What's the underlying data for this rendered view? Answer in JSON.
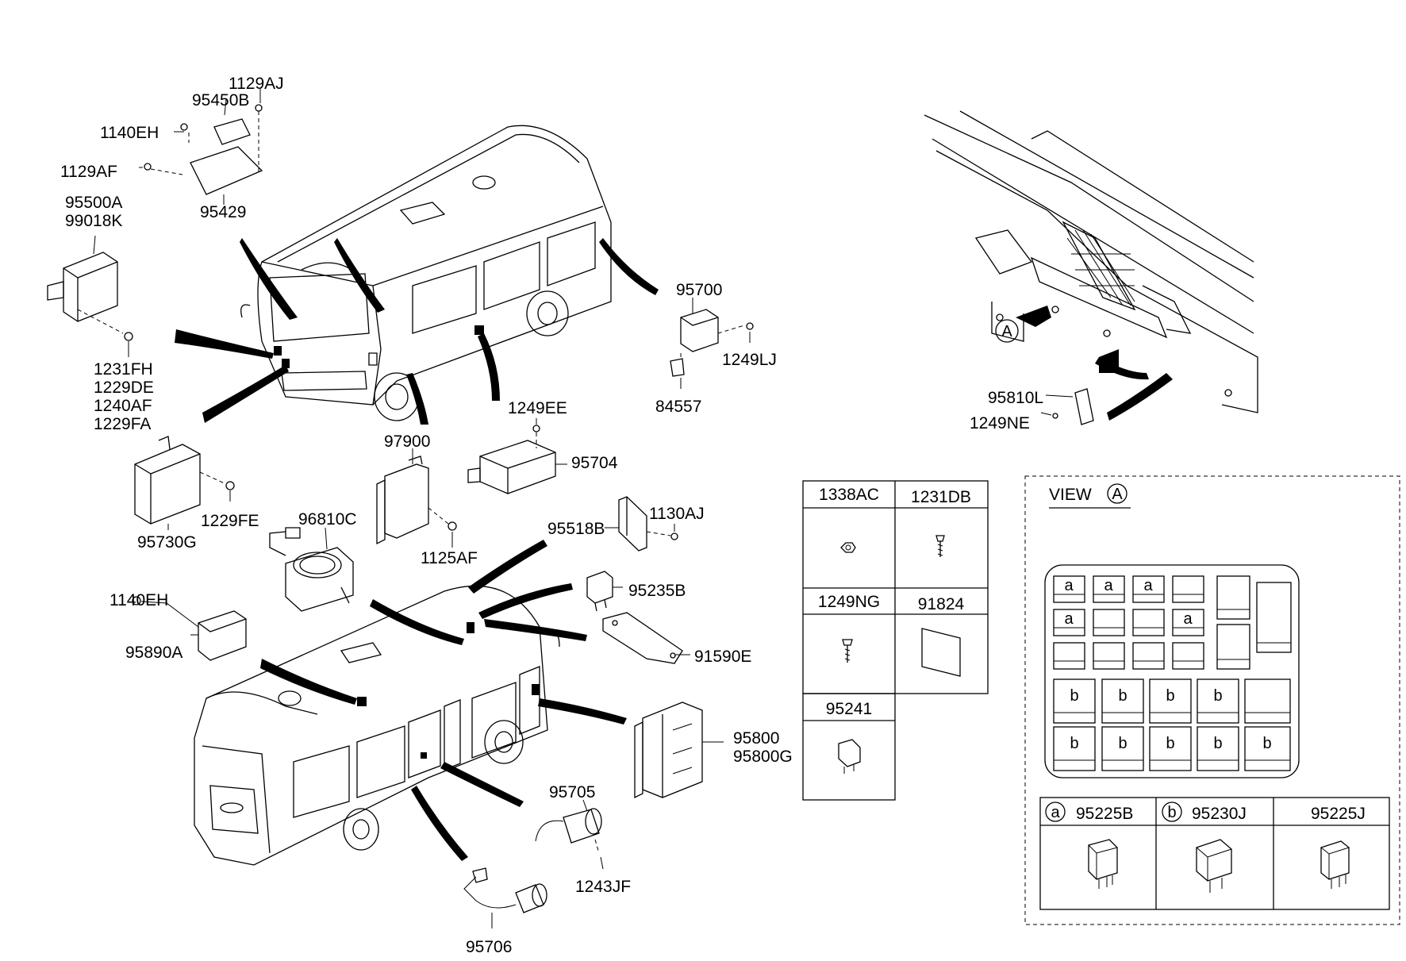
{
  "callouts": {
    "p1129AJ": "1129AJ",
    "p95450B": "95450B",
    "p1140EH_top": "1140EH",
    "p1129AF": "1129AF",
    "p95429": "95429",
    "p95500A": "95500A",
    "p99018K": "99018K",
    "p1231FH": "1231FH",
    "p1229DE": "1229DE",
    "p1240AF": "1240AF",
    "p1229FA": "1229FA",
    "p95730G": "95730G",
    "p1229FE": "1229FE",
    "p96810C": "96810C",
    "p1140EH_mid": "1140EH",
    "p95890A": "95890A",
    "p97900": "97900",
    "p1125AF": "1125AF",
    "p1249EE": "1249EE",
    "p95704": "95704",
    "p95700": "95700",
    "p1249LJ": "1249LJ",
    "p84557": "84557",
    "p95518B": "95518B",
    "p1130AJ": "1130AJ",
    "p95235B": "95235B",
    "p91590E": "91590E",
    "p95800": "95800",
    "p95800G": "95800G",
    "p95705": "95705",
    "p1243JF": "1243JF",
    "p95706": "95706",
    "p95810L": "95810L",
    "p1249NE": "1249NE",
    "markerA": "A"
  },
  "parts_table": {
    "c1": "1338AC",
    "c2": "1231DB",
    "c3": "1249NG",
    "c4": "91824",
    "c5": "95241"
  },
  "view_a": {
    "title": "VIEW",
    "circle_letter": "A",
    "slot_a": "a",
    "slot_b": "b",
    "legend": {
      "a_letter": "a",
      "a_part": "95225B",
      "b_letter": "b",
      "b_part": "95230J",
      "c_part": "95225J"
    }
  }
}
